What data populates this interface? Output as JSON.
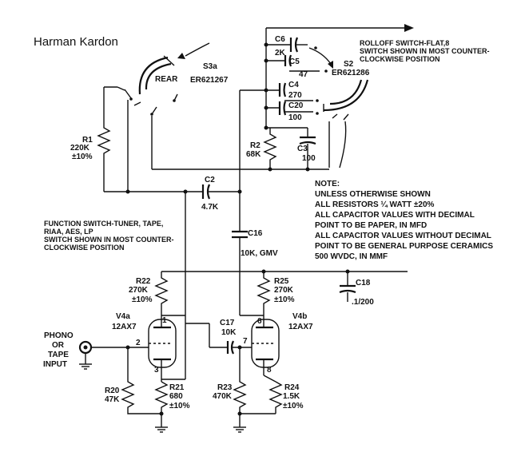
{
  "title": "Harman Kardon",
  "s3a": {
    "ref": "S3a",
    "part": "ER621267",
    "pos": "REAR"
  },
  "s2": {
    "ref": "S2",
    "part": "ER621286",
    "desc": [
      "ROLLOFF SWITCH-FLAT,8",
      "SWITCH SHOWN IN MOST COUNTER-",
      "CLOCKWISE POSITION"
    ]
  },
  "function_switch": [
    "FUNCTION SWITCH-TUNER, TAPE,",
    "RIAA, AES, LP",
    "SWITCH SHOWN IN MOST COUNTER-",
    "CLOCKWISE POSITION"
  ],
  "note": [
    "NOTE:",
    "UNLESS OTHERWISE SHOWN",
    "ALL RESISTORS ¼ WATT ±20%",
    "ALL CAPACITOR VALUES WITH DECIMAL",
    "POINT TO BE PAPER, IN MFD",
    "ALL CAPACITOR VALUES WITHOUT DECIMAL",
    "POINT TO BE GENERAL PURPOSE CERAMICS",
    "500 WVDC, IN MMF"
  ],
  "components": {
    "c6": {
      "ref": "C6",
      "val": "2K"
    },
    "c5": {
      "ref": "C5",
      "val": "47"
    },
    "c4": {
      "ref": "C4",
      "val": "270"
    },
    "c20": {
      "ref": "C20",
      "val": "100"
    },
    "c3": {
      "ref": "C3",
      "val": "100"
    },
    "r2": {
      "ref": "R2",
      "val": "68K"
    },
    "r1": {
      "ref": "R1",
      "val": "220K",
      "tol": "±10%"
    },
    "c2": {
      "ref": "C2",
      "val": "4.7K"
    },
    "c16": {
      "ref": "C16",
      "val": "10K, GMV"
    },
    "c18": {
      "ref": "C18",
      "val": ".1/200"
    },
    "r22": {
      "ref": "R22",
      "val": "270K",
      "tol": "±10%"
    },
    "r25": {
      "ref": "R25",
      "val": "270K",
      "tol": "±10%"
    },
    "v4a": {
      "ref": "V4a",
      "type": "12AX7"
    },
    "v4b": {
      "ref": "V4b",
      "type": "12AX7"
    },
    "c17": {
      "ref": "C17",
      "val": "10K"
    },
    "r20": {
      "ref": "R20",
      "val": "47K"
    },
    "r21": {
      "ref": "R21",
      "val": "680",
      "tol": "±10%"
    },
    "r23": {
      "ref": "R23",
      "val": "470K"
    },
    "r24": {
      "ref": "R24",
      "val": "1.5K",
      "tol": "±10%"
    }
  },
  "pins": {
    "p1": "1",
    "p2": "2",
    "p3": "3",
    "p6": "6",
    "p7": "7",
    "p8": "8"
  },
  "input": [
    "PHONO",
    "OR",
    "TAPE",
    "INPUT"
  ]
}
